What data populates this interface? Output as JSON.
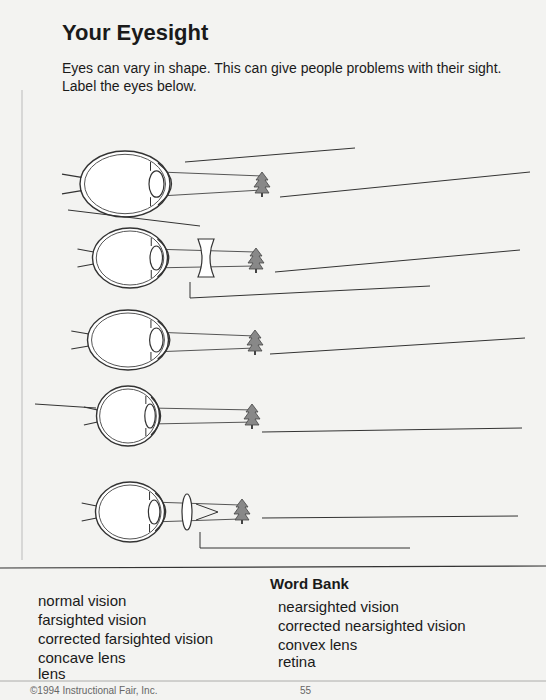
{
  "diagram": {
    "title": "Your Eyesight",
    "labels": [
      "Eyes can vary in shape. This can give people problems with their sight. Label the eyes below.",
      "Word Bank",
      "normal vision",
      "farsighted vision",
      "corrected farsighted vision",
      "concave lens",
      "lens",
      "nearsighted vision",
      "corrected nearsighted vision",
      "convex lens",
      "retina",
      "©1994 Instructional Fair, Inc.",
      "55"
    ]
  }
}
